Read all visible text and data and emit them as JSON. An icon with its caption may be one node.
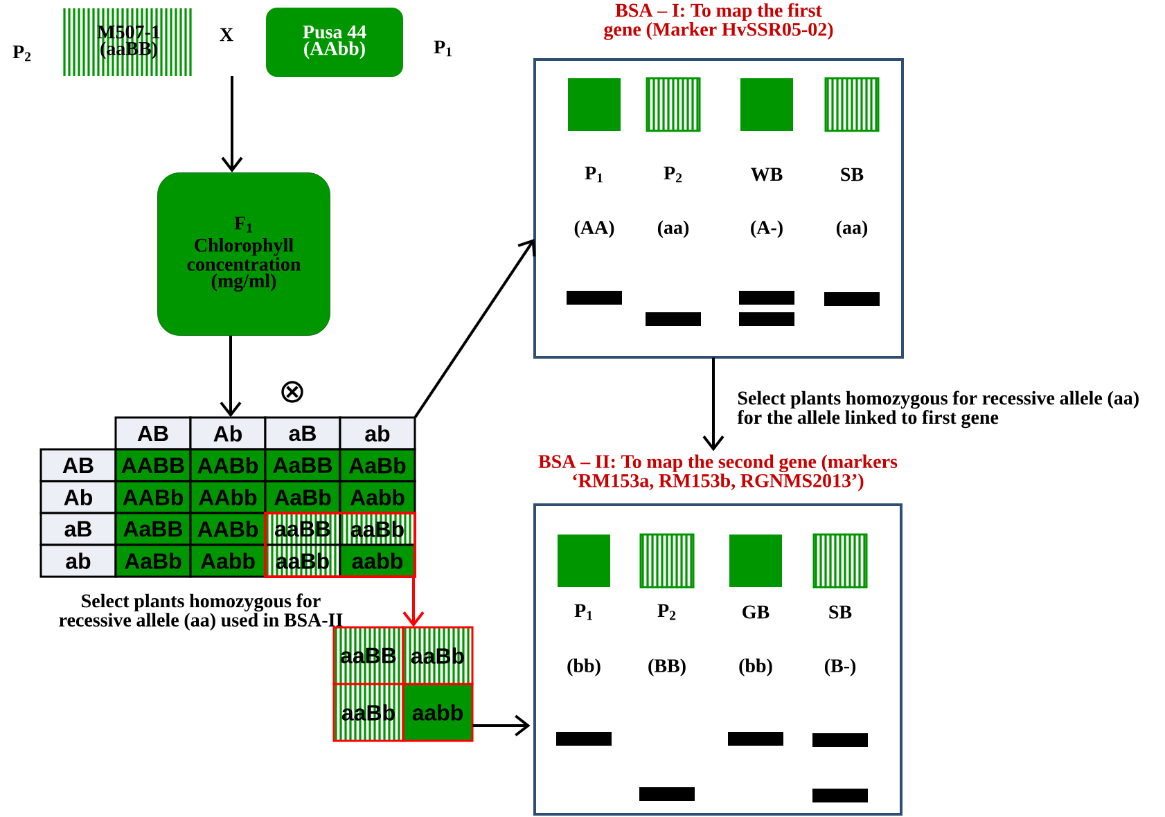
{
  "diagram": {
    "nodes": [
      {
        "text": [
          "M507-1 (aaBB)"
        ],
        "beside": [
          "P$_{2}$"
        ]
      },
      {
        "text": [
          "Pusa 44 (AAbb)"
        ],
        "beside": [
          "P$_{1}$"
        ]
      },
      {
        "text": [
          "F$_{1}$",
          "Chlorophyll concentration (mg/ml)"
        ]
      },
      {
        "text": [
          "AB",
          "Ab",
          "aB",
          "ab",
          "AB",
          "AABB",
          "AABb",
          "AaBB",
          "AaBb",
          "Ab",
          "AABb",
          "AAbb",
          "AaBb",
          "Aabb",
          "aB",
          "AaBB",
          "AABb",
          "ab",
          "AaBb",
          "Aabb"
        ]
      },
      {
        "text": [
          "aaBB",
          "aaBb",
          "aaBb",
          "aabb"
        ],
        "in": 3
      },
      {
        "text": [
          "aaBB",
          "aaBb",
          "aaBb",
          "aabb"
        ]
      },
      {
        "text": [
          "BSA – I: To map the first gene (Marker HvSSR05-02)",
          "P$_{1}$",
          "P$_{2}$",
          "WB",
          "SB",
          "(AA)",
          "(aa)",
          "(A-)",
          "(aa)"
        ]
      },
      {
        "text": [
          "BSA – II: To map the second gene (markers ‘RM153a, RM153b, RGNMS2013’)",
          "P$_{1}$",
          "P$_{2}$",
          "GB",
          "SB",
          "(bb)",
          "(BB)",
          "(bb)",
          "(B-)"
        ]
      }
    ],
    "edges": [
      {
        "from": null,
        "to": 2,
        "arrow": "to"
      },
      {
        "from": 2,
        "to": 3,
        "arrow": "to"
      },
      {
        "from": 3,
        "to": 6,
        "arrow": "to"
      },
      {
        "from": 6,
        "to": 7,
        "arrow": "to",
        "label": "Select plants homozygous for recessive allele (aa) for the allele linked to first gene"
      },
      {
        "from": 4,
        "to": 5,
        "arrow": "to",
        "color": "#ff0000"
      },
      {
        "from": 5,
        "to": 7,
        "arrow": "to"
      }
    ],
    "labels": [
      "X",
      "⊗",
      "Select plants homozygous for recessive allele (aa) used in BSA-II"
    ]
  }
}
